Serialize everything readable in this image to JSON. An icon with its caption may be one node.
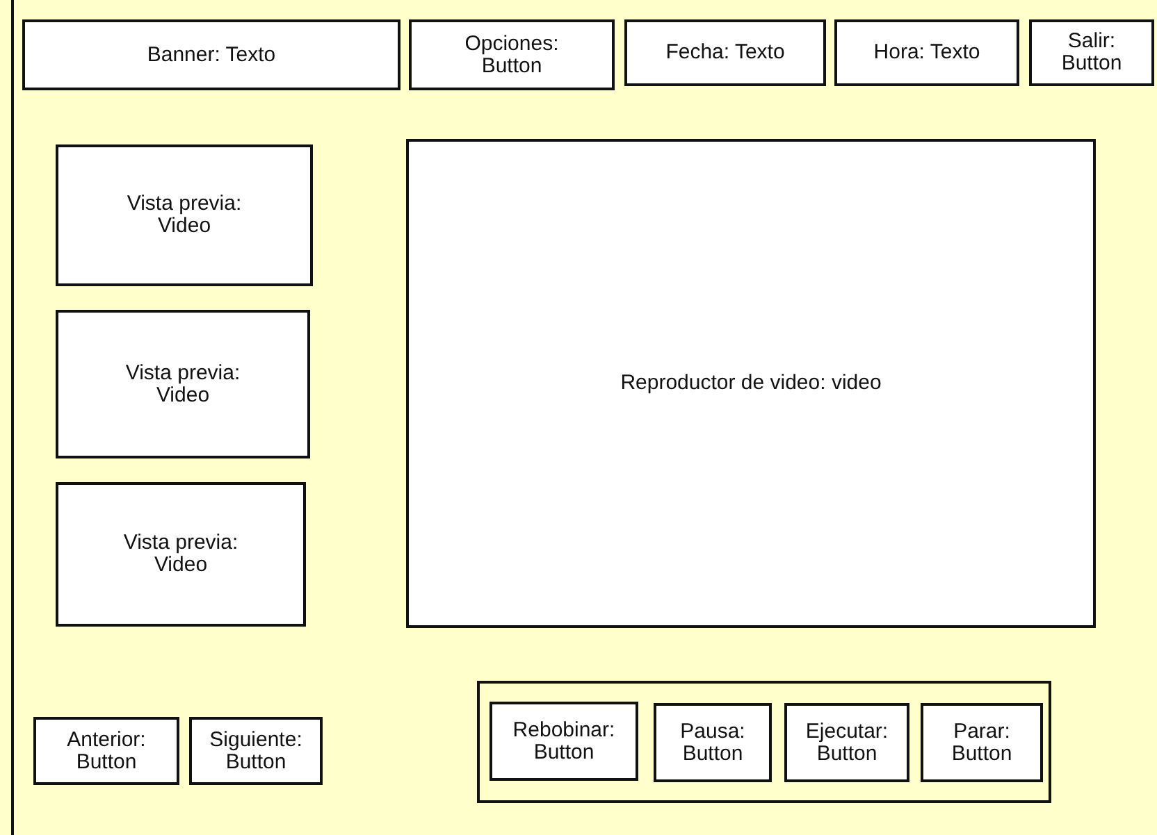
{
  "diagram": {
    "nodes": [
      {
        "text": [
          "Banner: Texto"
        ]
      },
      {
        "text": [
          "Opciones: Button"
        ]
      },
      {
        "text": [
          "Fecha: Texto"
        ]
      },
      {
        "text": [
          "Hora: Texto"
        ]
      },
      {
        "text": [
          "Salir: Button"
        ]
      },
      {
        "text": [
          "Vista previa: Video"
        ]
      },
      {
        "text": [
          "Vista previa: Video"
        ]
      },
      {
        "text": [
          "Vista previa: Video"
        ]
      },
      {
        "text": [
          "Reproductor de video: video"
        ]
      },
      {
        "text": [
          "Anterior: Button"
        ]
      },
      {
        "text": [
          "Siguiente: Button"
        ]
      },
      {
        "text": [],
        "shape": "box"
      },
      {
        "text": [
          "Rebobinar: Button"
        ],
        "in": 11
      },
      {
        "text": [
          "Pausa: Button"
        ],
        "in": 11
      },
      {
        "text": [
          "Ejecutar: Button"
        ],
        "in": 11
      },
      {
        "text": [
          "Parar: Button"
        ],
        "in": 11
      }
    ]
  }
}
